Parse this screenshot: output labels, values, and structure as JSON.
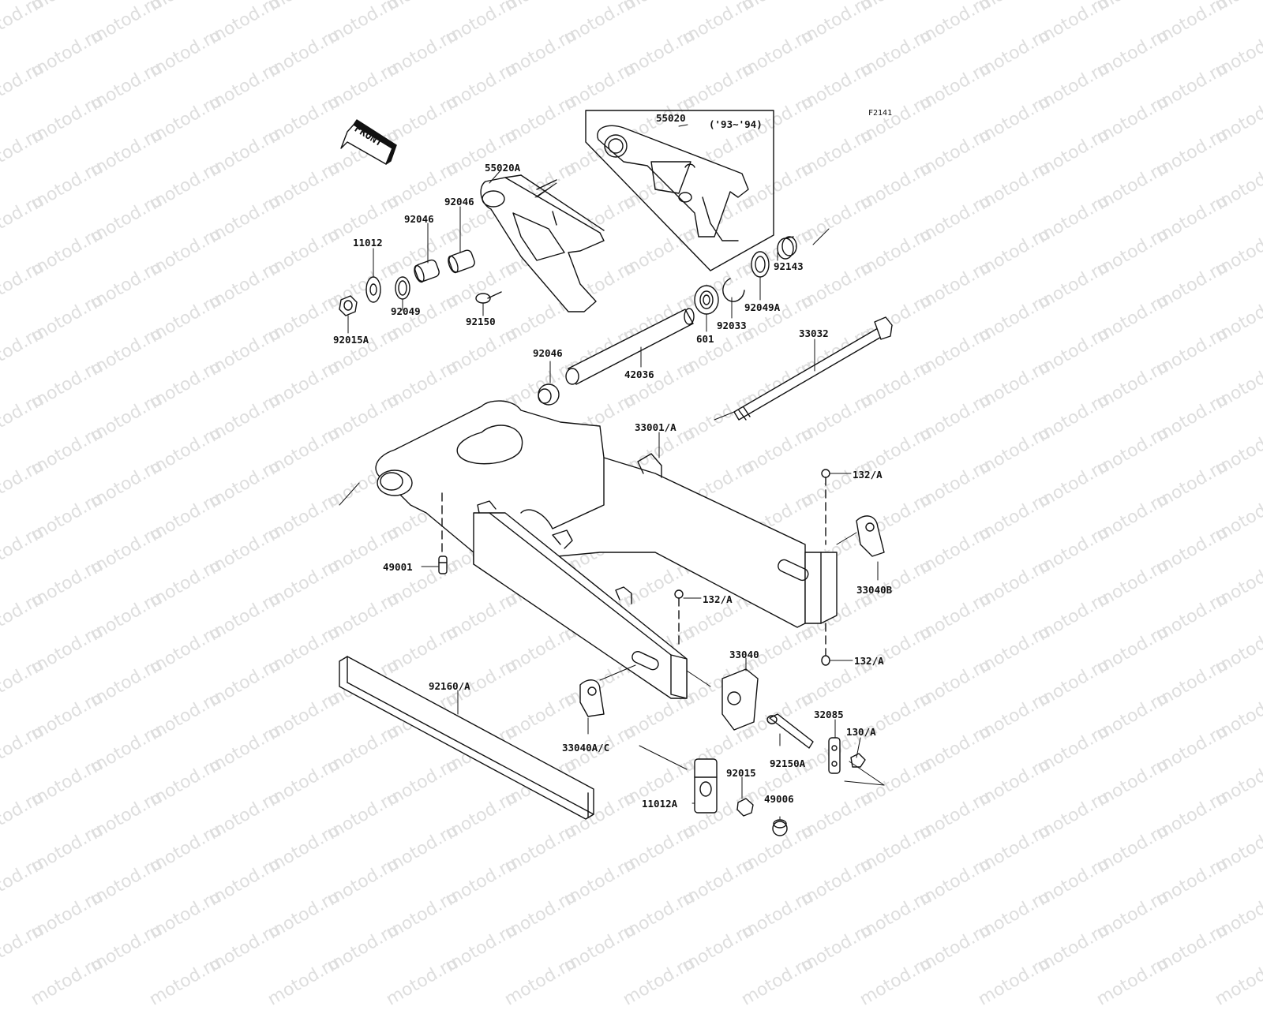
{
  "watermark": "motod.ru",
  "figure_code": "F2141",
  "front_marker": "FRONT",
  "year_note": "('93~'94)",
  "labels": {
    "p55020": "55020",
    "p55020A": "55020A",
    "p92046a": "92046",
    "p92046b": "92046",
    "p92046c": "92046",
    "p11012": "11012",
    "p92049": "92049",
    "p92015A": "92015A",
    "p92150": "92150",
    "p92143": "92143",
    "p92049A": "92049A",
    "p92033": "92033",
    "p601": "601",
    "p42036": "42036",
    "p33032": "33032",
    "p33001A": "33001/A",
    "p132A1": "132/A",
    "p132A2": "132/A",
    "p132A3": "132/A",
    "p33040B": "33040B",
    "p49001": "49001",
    "p33040": "33040",
    "p92160A": "92160/A",
    "p33040AC": "33040A/C",
    "p32085": "32085",
    "p130A": "130/A",
    "p92150A": "92150A",
    "p92015": "92015",
    "p11012A": "11012A",
    "p49006": "49006"
  },
  "colors": {
    "line": "#111111",
    "watermark": "#dedede",
    "background": "#ffffff"
  }
}
